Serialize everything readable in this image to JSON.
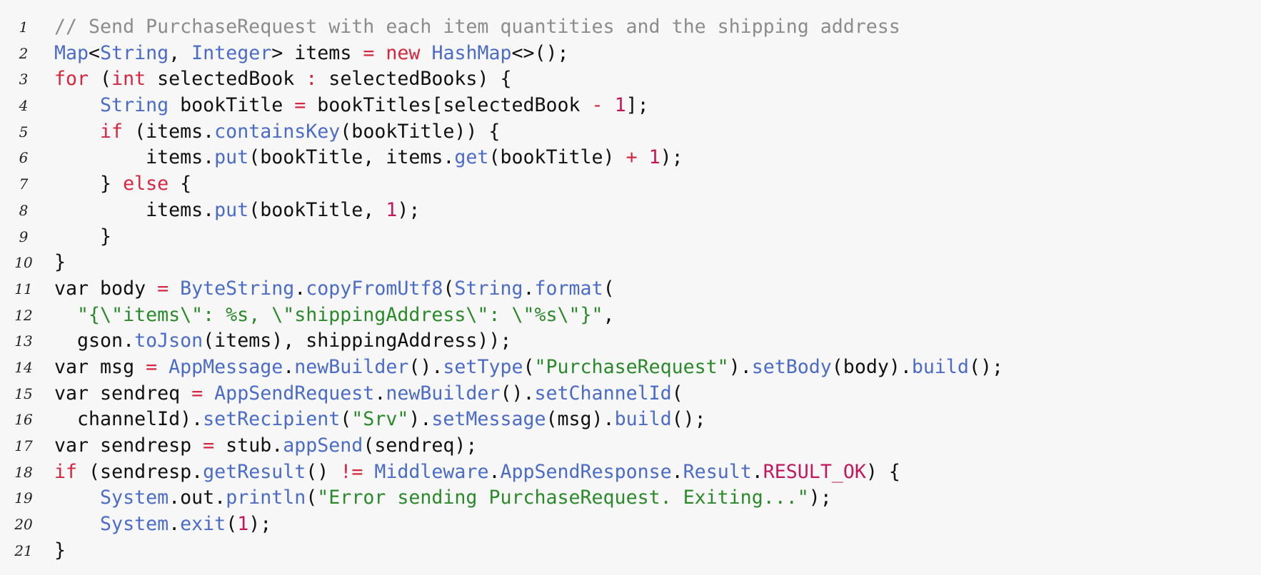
{
  "lines": [
    {
      "number": "1",
      "tokens": [
        {
          "text": "// Send PurchaseRequest with each item quantities and the shipping address",
          "kind": "comment"
        }
      ]
    },
    {
      "number": "2",
      "tokens": [
        {
          "text": "Map",
          "kind": "type"
        },
        {
          "text": "<",
          "kind": "plain"
        },
        {
          "text": "String",
          "kind": "type"
        },
        {
          "text": ", ",
          "kind": "plain"
        },
        {
          "text": "Integer",
          "kind": "type"
        },
        {
          "text": "> items ",
          "kind": "plain"
        },
        {
          "text": "=",
          "kind": "op"
        },
        {
          "text": " ",
          "kind": "plain"
        },
        {
          "text": "new",
          "kind": "kw"
        },
        {
          "text": " ",
          "kind": "plain"
        },
        {
          "text": "HashMap",
          "kind": "type"
        },
        {
          "text": "<>();",
          "kind": "plain"
        }
      ]
    },
    {
      "number": "3",
      "tokens": [
        {
          "text": "for",
          "kind": "kw"
        },
        {
          "text": " (",
          "kind": "plain"
        },
        {
          "text": "int",
          "kind": "kw"
        },
        {
          "text": " selectedBook ",
          "kind": "plain"
        },
        {
          "text": ":",
          "kind": "op"
        },
        {
          "text": " selectedBooks) {",
          "kind": "plain"
        }
      ]
    },
    {
      "number": "4",
      "tokens": [
        {
          "text": "    ",
          "kind": "plain"
        },
        {
          "text": "String",
          "kind": "type"
        },
        {
          "text": " bookTitle ",
          "kind": "plain"
        },
        {
          "text": "=",
          "kind": "op"
        },
        {
          "text": " bookTitles[selectedBook ",
          "kind": "plain"
        },
        {
          "text": "-",
          "kind": "op"
        },
        {
          "text": " ",
          "kind": "plain"
        },
        {
          "text": "1",
          "kind": "num"
        },
        {
          "text": "];",
          "kind": "plain"
        }
      ]
    },
    {
      "number": "5",
      "tokens": [
        {
          "text": "    ",
          "kind": "plain"
        },
        {
          "text": "if",
          "kind": "kw"
        },
        {
          "text": " (items.",
          "kind": "plain"
        },
        {
          "text": "containsKey",
          "kind": "fn"
        },
        {
          "text": "(bookTitle)) {",
          "kind": "plain"
        }
      ]
    },
    {
      "number": "6",
      "tokens": [
        {
          "text": "        items.",
          "kind": "plain"
        },
        {
          "text": "put",
          "kind": "fn"
        },
        {
          "text": "(bookTitle, items.",
          "kind": "plain"
        },
        {
          "text": "get",
          "kind": "fn"
        },
        {
          "text": "(bookTitle) ",
          "kind": "plain"
        },
        {
          "text": "+",
          "kind": "op"
        },
        {
          "text": " ",
          "kind": "plain"
        },
        {
          "text": "1",
          "kind": "num"
        },
        {
          "text": ");",
          "kind": "plain"
        }
      ]
    },
    {
      "number": "7",
      "tokens": [
        {
          "text": "    } ",
          "kind": "plain"
        },
        {
          "text": "else",
          "kind": "kw"
        },
        {
          "text": " {",
          "kind": "plain"
        }
      ]
    },
    {
      "number": "8",
      "tokens": [
        {
          "text": "        items.",
          "kind": "plain"
        },
        {
          "text": "put",
          "kind": "fn"
        },
        {
          "text": "(bookTitle, ",
          "kind": "plain"
        },
        {
          "text": "1",
          "kind": "num"
        },
        {
          "text": ");",
          "kind": "plain"
        }
      ]
    },
    {
      "number": "9",
      "tokens": [
        {
          "text": "    }",
          "kind": "plain"
        }
      ]
    },
    {
      "number": "10",
      "tokens": [
        {
          "text": "}",
          "kind": "plain"
        }
      ]
    },
    {
      "number": "11",
      "tokens": [
        {
          "text": "var body ",
          "kind": "plain"
        },
        {
          "text": "=",
          "kind": "op"
        },
        {
          "text": " ",
          "kind": "plain"
        },
        {
          "text": "ByteString",
          "kind": "type"
        },
        {
          "text": ".",
          "kind": "plain"
        },
        {
          "text": "copyFromUtf8",
          "kind": "fn"
        },
        {
          "text": "(",
          "kind": "plain"
        },
        {
          "text": "String",
          "kind": "type"
        },
        {
          "text": ".",
          "kind": "plain"
        },
        {
          "text": "format",
          "kind": "fn"
        },
        {
          "text": "(",
          "kind": "plain"
        }
      ]
    },
    {
      "number": "12",
      "tokens": [
        {
          "text": "  ",
          "kind": "plain"
        },
        {
          "text": "\"{\\\"items\\\": %s, \\\"shippingAddress\\\": \\\"%s\\\"}\"",
          "kind": "str"
        },
        {
          "text": ",",
          "kind": "plain"
        }
      ]
    },
    {
      "number": "13",
      "tokens": [
        {
          "text": "  gson.",
          "kind": "plain"
        },
        {
          "text": "toJson",
          "kind": "fn"
        },
        {
          "text": "(items), shippingAddress));",
          "kind": "plain"
        }
      ]
    },
    {
      "number": "14",
      "tokens": [
        {
          "text": "var msg ",
          "kind": "plain"
        },
        {
          "text": "=",
          "kind": "op"
        },
        {
          "text": " ",
          "kind": "plain"
        },
        {
          "text": "AppMessage",
          "kind": "type"
        },
        {
          "text": ".",
          "kind": "plain"
        },
        {
          "text": "newBuilder",
          "kind": "fn"
        },
        {
          "text": "().",
          "kind": "plain"
        },
        {
          "text": "setType",
          "kind": "fn"
        },
        {
          "text": "(",
          "kind": "plain"
        },
        {
          "text": "\"PurchaseRequest\"",
          "kind": "str"
        },
        {
          "text": ").",
          "kind": "plain"
        },
        {
          "text": "setBody",
          "kind": "fn"
        },
        {
          "text": "(body).",
          "kind": "plain"
        },
        {
          "text": "build",
          "kind": "fn"
        },
        {
          "text": "();",
          "kind": "plain"
        }
      ]
    },
    {
      "number": "15",
      "tokens": [
        {
          "text": "var sendreq ",
          "kind": "plain"
        },
        {
          "text": "=",
          "kind": "op"
        },
        {
          "text": " ",
          "kind": "plain"
        },
        {
          "text": "AppSendRequest",
          "kind": "type"
        },
        {
          "text": ".",
          "kind": "plain"
        },
        {
          "text": "newBuilder",
          "kind": "fn"
        },
        {
          "text": "().",
          "kind": "plain"
        },
        {
          "text": "setChannelId",
          "kind": "fn"
        },
        {
          "text": "(",
          "kind": "plain"
        }
      ]
    },
    {
      "number": "16",
      "tokens": [
        {
          "text": "  channelId).",
          "kind": "plain"
        },
        {
          "text": "setRecipient",
          "kind": "fn"
        },
        {
          "text": "(",
          "kind": "plain"
        },
        {
          "text": "\"Srv\"",
          "kind": "str"
        },
        {
          "text": ").",
          "kind": "plain"
        },
        {
          "text": "setMessage",
          "kind": "fn"
        },
        {
          "text": "(msg).",
          "kind": "plain"
        },
        {
          "text": "build",
          "kind": "fn"
        },
        {
          "text": "();",
          "kind": "plain"
        }
      ]
    },
    {
      "number": "17",
      "tokens": [
        {
          "text": "var sendresp ",
          "kind": "plain"
        },
        {
          "text": "=",
          "kind": "op"
        },
        {
          "text": " stub.",
          "kind": "plain"
        },
        {
          "text": "appSend",
          "kind": "fn"
        },
        {
          "text": "(sendreq);",
          "kind": "plain"
        }
      ]
    },
    {
      "number": "18",
      "tokens": [
        {
          "text": "if",
          "kind": "kw"
        },
        {
          "text": " (sendresp.",
          "kind": "plain"
        },
        {
          "text": "getResult",
          "kind": "fn"
        },
        {
          "text": "() ",
          "kind": "plain"
        },
        {
          "text": "!=",
          "kind": "op"
        },
        {
          "text": " ",
          "kind": "plain"
        },
        {
          "text": "Middleware",
          "kind": "type"
        },
        {
          "text": ".",
          "kind": "plain"
        },
        {
          "text": "AppSendResponse",
          "kind": "type"
        },
        {
          "text": ".",
          "kind": "plain"
        },
        {
          "text": "Result",
          "kind": "type"
        },
        {
          "text": ".",
          "kind": "plain"
        },
        {
          "text": "RESULT_OK",
          "kind": "const"
        },
        {
          "text": ") {",
          "kind": "plain"
        }
      ]
    },
    {
      "number": "19",
      "tokens": [
        {
          "text": "    ",
          "kind": "plain"
        },
        {
          "text": "System",
          "kind": "type"
        },
        {
          "text": ".out.",
          "kind": "plain"
        },
        {
          "text": "println",
          "kind": "fn"
        },
        {
          "text": "(",
          "kind": "plain"
        },
        {
          "text": "\"Error sending PurchaseRequest. Exiting...\"",
          "kind": "str"
        },
        {
          "text": ");",
          "kind": "plain"
        }
      ]
    },
    {
      "number": "20",
      "tokens": [
        {
          "text": "    ",
          "kind": "plain"
        },
        {
          "text": "System",
          "kind": "type"
        },
        {
          "text": ".",
          "kind": "plain"
        },
        {
          "text": "exit",
          "kind": "fn"
        },
        {
          "text": "(",
          "kind": "plain"
        },
        {
          "text": "1",
          "kind": "num"
        },
        {
          "text": ");",
          "kind": "plain"
        }
      ]
    },
    {
      "number": "21",
      "tokens": [
        {
          "text": "}",
          "kind": "plain"
        }
      ]
    }
  ]
}
